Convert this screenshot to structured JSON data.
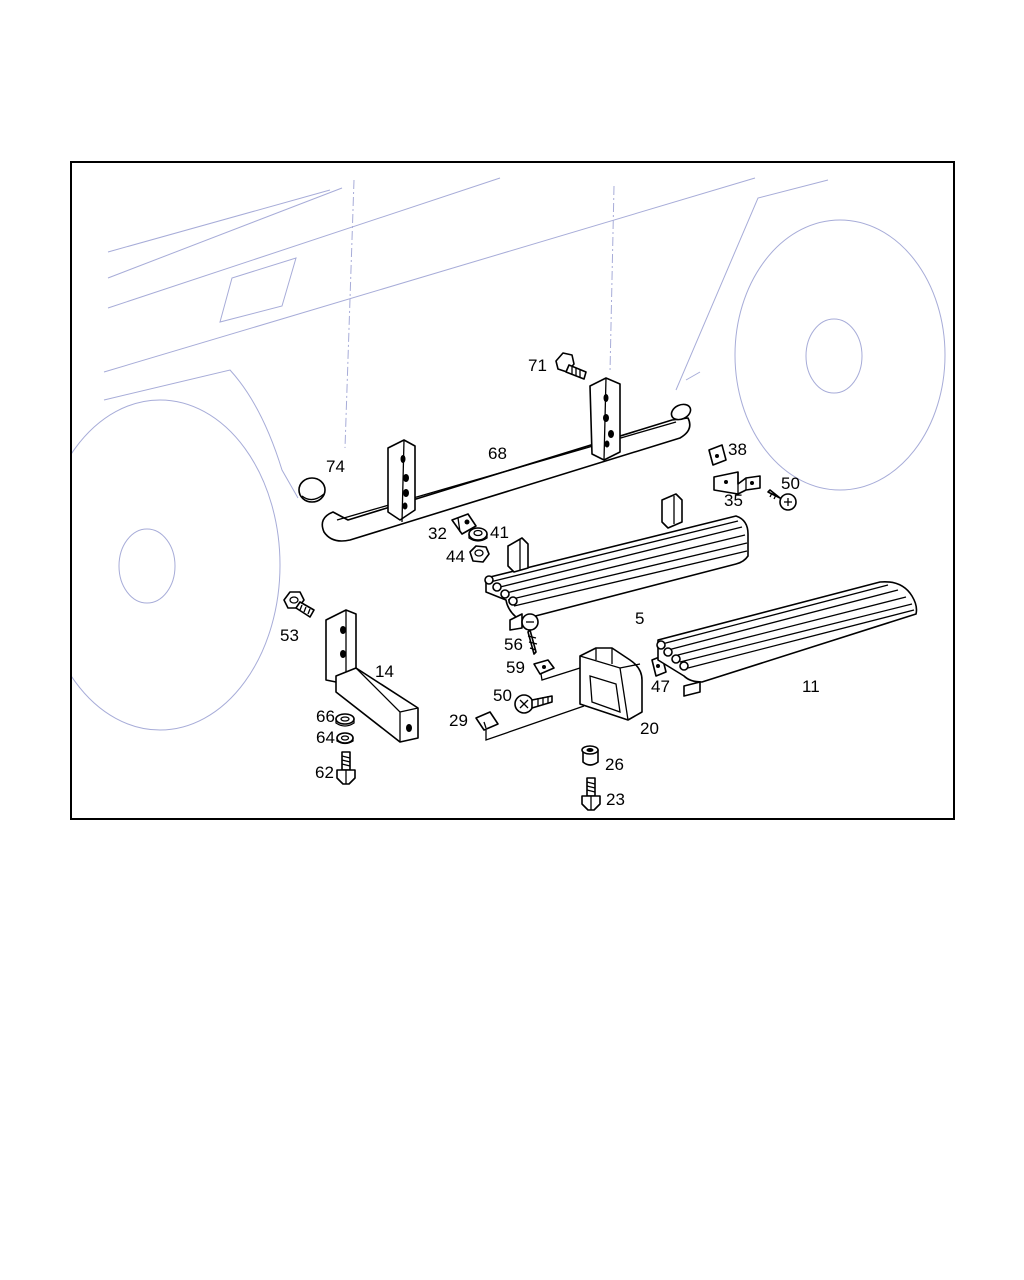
{
  "diagram": {
    "colors": {
      "frame": "#000000",
      "vehicle_outline": "#a7acd8",
      "parts": "#000000",
      "background": "#ffffff"
    },
    "callouts": [
      {
        "id": "71",
        "text": "71"
      },
      {
        "id": "74",
        "text": "74"
      },
      {
        "id": "68",
        "text": "68"
      },
      {
        "id": "38",
        "text": "38"
      },
      {
        "id": "35",
        "text": "35"
      },
      {
        "id": "50a",
        "text": "50"
      },
      {
        "id": "32",
        "text": "32"
      },
      {
        "id": "41",
        "text": "41"
      },
      {
        "id": "44",
        "text": "44"
      },
      {
        "id": "5",
        "text": "5"
      },
      {
        "id": "53",
        "text": "53"
      },
      {
        "id": "56",
        "text": "56"
      },
      {
        "id": "59",
        "text": "59"
      },
      {
        "id": "14",
        "text": "14"
      },
      {
        "id": "47",
        "text": "47"
      },
      {
        "id": "11",
        "text": "11"
      },
      {
        "id": "50b",
        "text": "50"
      },
      {
        "id": "20",
        "text": "20"
      },
      {
        "id": "29",
        "text": "29"
      },
      {
        "id": "66",
        "text": "66"
      },
      {
        "id": "64",
        "text": "64"
      },
      {
        "id": "26",
        "text": "26"
      },
      {
        "id": "62",
        "text": "62"
      },
      {
        "id": "23",
        "text": "23"
      }
    ]
  }
}
